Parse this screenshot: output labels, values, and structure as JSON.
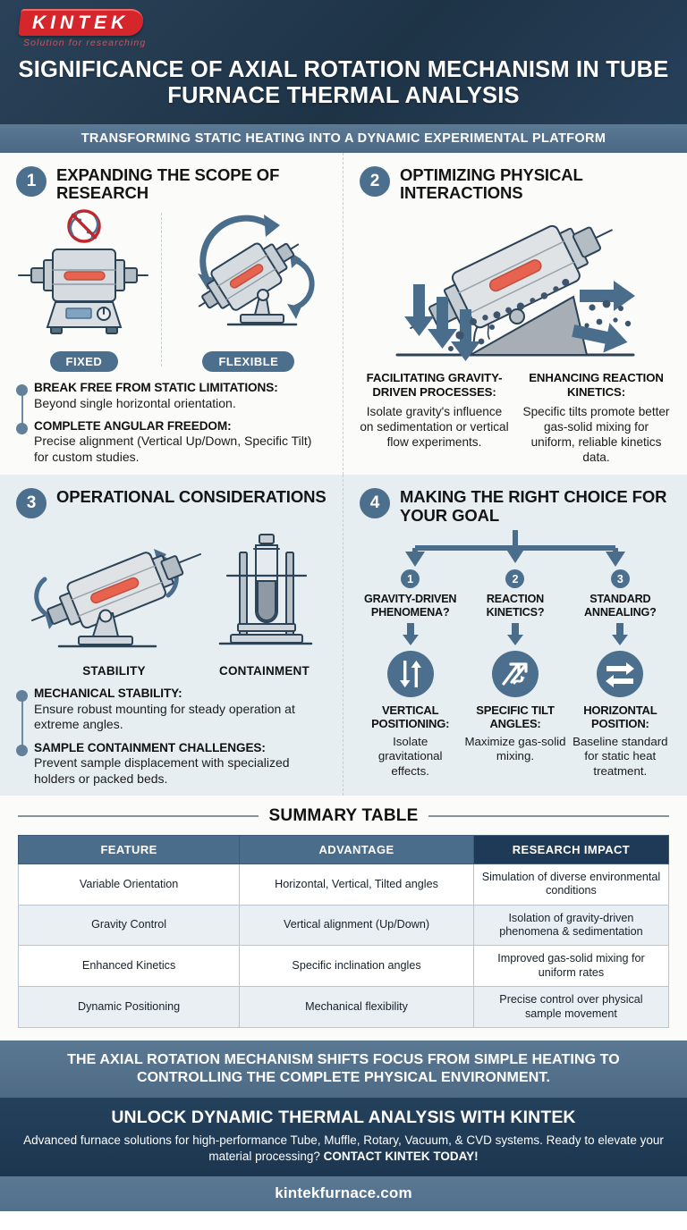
{
  "brand": {
    "logo_text": "KINTEK",
    "logo_tagline": "Solution for researching",
    "accent_red": "#d5262b",
    "accent_blue": "#4c6f8d",
    "header_dark": "#1e3346"
  },
  "header": {
    "title": "SIGNIFICANCE OF AXIAL ROTATION MECHANISM IN TUBE FURNACE THERMAL ANALYSIS",
    "subtitle": "TRANSFORMING STATIC HEATING INTO A DYNAMIC EXPERIMENTAL PLATFORM"
  },
  "sections": [
    {
      "number": "1",
      "title": "EXPANDING THE SCOPE OF RESEARCH",
      "illustration_labels": {
        "left": "FIXED",
        "right": "FLEXIBLE"
      },
      "bullets": [
        {
          "title": "BREAK FREE FROM STATIC LIMITATIONS:",
          "desc": "Beyond single horizontal orientation."
        },
        {
          "title": "COMPLETE ANGULAR FREEDOM:",
          "desc": "Precise alignment (Vertical Up/Down, Specific Tilt) for custom studies."
        }
      ]
    },
    {
      "number": "2",
      "title": "OPTIMIZING PHYSICAL INTERACTIONS",
      "captions": [
        {
          "head": "FACILITATING GRAVITY-DRIVEN PROCESSES:",
          "body": "Isolate gravity's influence on sedimentation or vertical flow experiments."
        },
        {
          "head": "ENHANCING REACTION KINETICS:",
          "body": "Specific tilts promote better gas-solid mixing for uniform, reliable kinetics data."
        }
      ]
    },
    {
      "number": "3",
      "title": "OPERATIONAL CONSIDERATIONS",
      "illustration_labels": {
        "left": "STABILITY",
        "right": "CONTAINMENT"
      },
      "bullets": [
        {
          "title": "MECHANICAL STABILITY:",
          "desc": "Ensure robust mounting for steady operation at extreme angles."
        },
        {
          "title": "SAMPLE CONTAINMENT CHALLENGES:",
          "desc": "Prevent sample displacement with specialized holders or packed beds."
        }
      ]
    },
    {
      "number": "4",
      "title": "MAKING THE RIGHT CHOICE FOR YOUR GOAL",
      "flow": [
        {
          "num": "1",
          "question": "GRAVITY-DRIVEN PHENOMENA?",
          "icon": "up-down-arrows-icon",
          "result_head": "VERTICAL POSITIONING:",
          "result_body": "Isolate gravitational effects."
        },
        {
          "num": "2",
          "question": "REACTION KINETICS?",
          "icon": "shuffle-arrows-icon",
          "result_head": "SPECIFIC TILT ANGLES:",
          "result_body": "Maximize gas-solid mixing."
        },
        {
          "num": "3",
          "question": "STANDARD ANNEALING?",
          "icon": "horizontal-exchange-arrows-icon",
          "result_head": "HORIZONTAL POSITION:",
          "result_body": "Baseline standard for static heat treatment."
        }
      ]
    }
  ],
  "summary_table": {
    "title": "SUMMARY TABLE",
    "headers": [
      "FEATURE",
      "ADVANTAGE",
      "RESEARCH IMPACT"
    ],
    "rows": [
      [
        "Variable Orientation",
        "Horizontal, Vertical, Tilted angles",
        "Simulation of diverse environmental conditions"
      ],
      [
        "Gravity Control",
        "Vertical alignment (Up/Down)",
        "Isolation of gravity-driven phenomena & sedimentation"
      ],
      [
        "Enhanced Kinetics",
        "Specific inclination angles",
        "Improved gas-solid mixing for uniform rates"
      ],
      [
        "Dynamic Positioning",
        "Mechanical flexibility",
        "Precise control over physical sample movement"
      ]
    ]
  },
  "footer": {
    "statement": "THE AXIAL ROTATION MECHANISM SHIFTS FOCUS FROM SIMPLE HEATING TO CONTROLLING THE COMPLETE PHYSICAL ENVIRONMENT.",
    "cta_heading": "UNLOCK DYNAMIC THERMAL ANALYSIS WITH KINTEK",
    "cta_body": "Advanced furnace solutions for high-performance Tube, Muffle, Rotary, Vacuum, & CVD systems. Ready to elevate your material processing? ",
    "cta_action": "CONTACT KINTEK TODAY!",
    "website": "kintekfurnace.com"
  }
}
